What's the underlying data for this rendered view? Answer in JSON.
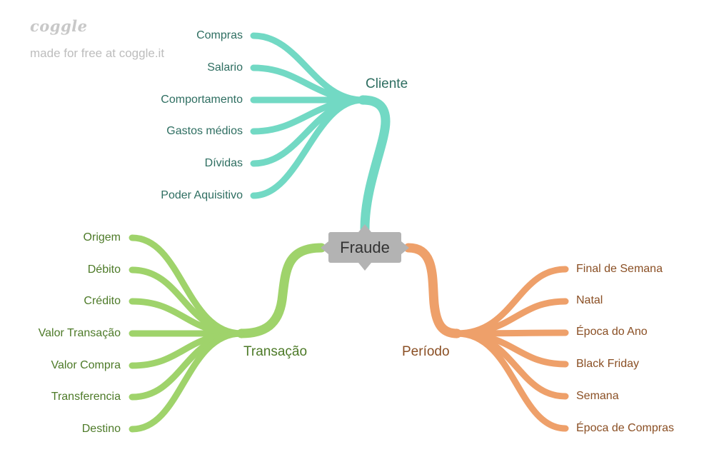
{
  "watermark": {
    "logo": "coggle",
    "tagline": "made for free at coggle.it"
  },
  "root": {
    "label": "Fraude",
    "color": "#b3b3b3"
  },
  "branches": {
    "cliente": {
      "label": "Cliente",
      "color": "#72d9c4",
      "items": [
        "Compras",
        "Salario",
        "Comportamento",
        "Gastos médios",
        "Dívidas",
        "Poder Aquisitivo"
      ]
    },
    "transacao": {
      "label": "Transação",
      "color": "#9fd36b",
      "items": [
        "Origem",
        "Débito",
        "Crédito",
        "Valor Transação",
        "Valor Compra",
        "Transferencia",
        "Destino"
      ]
    },
    "periodo": {
      "label": "Período",
      "color": "#eea06a",
      "items": [
        "Final de Semana",
        "Natal",
        "Época do Ano",
        "Black Friday",
        "Semana",
        "Época de Compras"
      ]
    }
  }
}
